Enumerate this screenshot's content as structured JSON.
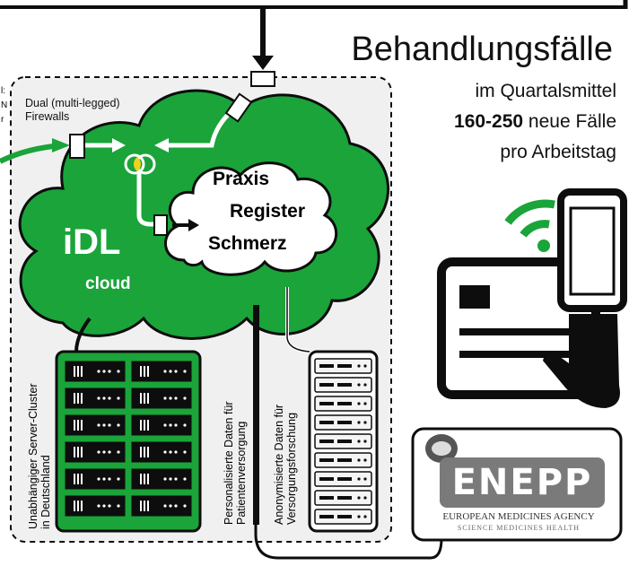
{
  "header": {
    "title": "Behandlungsfälle",
    "line1": "im Quartalsmittel",
    "line2_bold": "160-250",
    "line2_rest": " neue Fälle",
    "line3": "pro Arbeitstag"
  },
  "cloud": {
    "firewall_line1": "Dual (multi-legged)",
    "firewall_line2": "Firewalls",
    "inner_line1": "Praxis",
    "inner_line2": "Register",
    "inner_line3": "Schmerz",
    "name": "iDL",
    "sub": "cloud"
  },
  "labels": {
    "cluster_line1": "Unabhängiger Server-Cluster",
    "cluster_line2": "in Deutschland",
    "personal_line1": "Personalisierte Daten für",
    "personal_line2": "Patientenversorgung",
    "anon_line1": "Anonymisierte Daten für",
    "anon_line2": "Versorgungsforschung",
    "edge_1": "l:",
    "edge_2": "N",
    "edge_3": "r"
  },
  "ema": {
    "logo_text": "ENEPP",
    "line1": "EUROPEAN MEDICINES AGENCY",
    "line2": "SCIENCE   MEDICINES   HEALTH"
  },
  "colors": {
    "green": "#1aa43a",
    "dark": "#0d0d0d",
    "panel": "#f0f0f0"
  }
}
